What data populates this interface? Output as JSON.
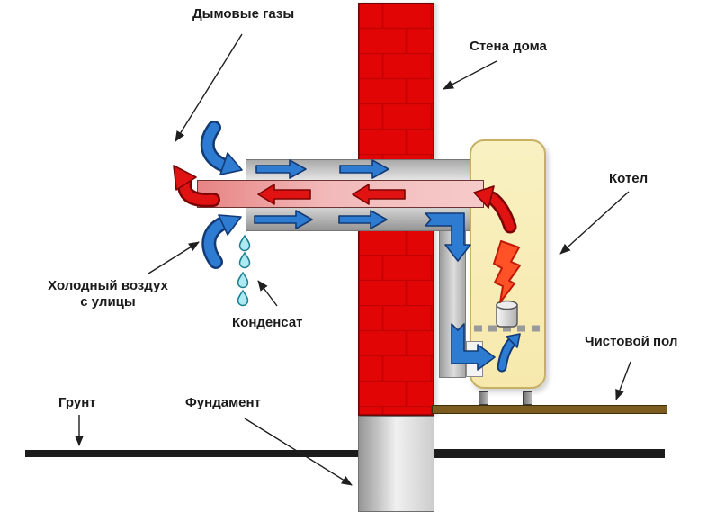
{
  "labels": {
    "smoke_gases": "Дымовые газы",
    "house_wall": "Стена дома",
    "boiler": "Котел",
    "cold_air_line1": "Холодный воздух",
    "cold_air_line2": "с улицы",
    "condensate": "Конденсат",
    "finished_floor": "Чистовой пол",
    "ground": "Грунт",
    "foundation": "Фундамент"
  },
  "colors": {
    "wall-red": "#e20505",
    "brick-line": "#a80202",
    "arrow-blue": "#2e7bd2",
    "arrow-blue-outline": "#123a75",
    "arrow-red": "#e01212",
    "arrow-red-outline": "#7a0404",
    "inner-pipe-left": "#e78383",
    "inner-pipe-right": "#f6caca",
    "boiler-fill": "#f8edb6",
    "boiler-border": "#c6b063",
    "lightning-orange": "#ff5226",
    "lightning-outline": "#c21807",
    "condensate-fill": "#aeeaf2",
    "condensate-outline": "#1f7f92",
    "floor-brown": "#7b5b1e",
    "ground-black": "#1c1c1c",
    "label-text": "#1a1a1a"
  }
}
